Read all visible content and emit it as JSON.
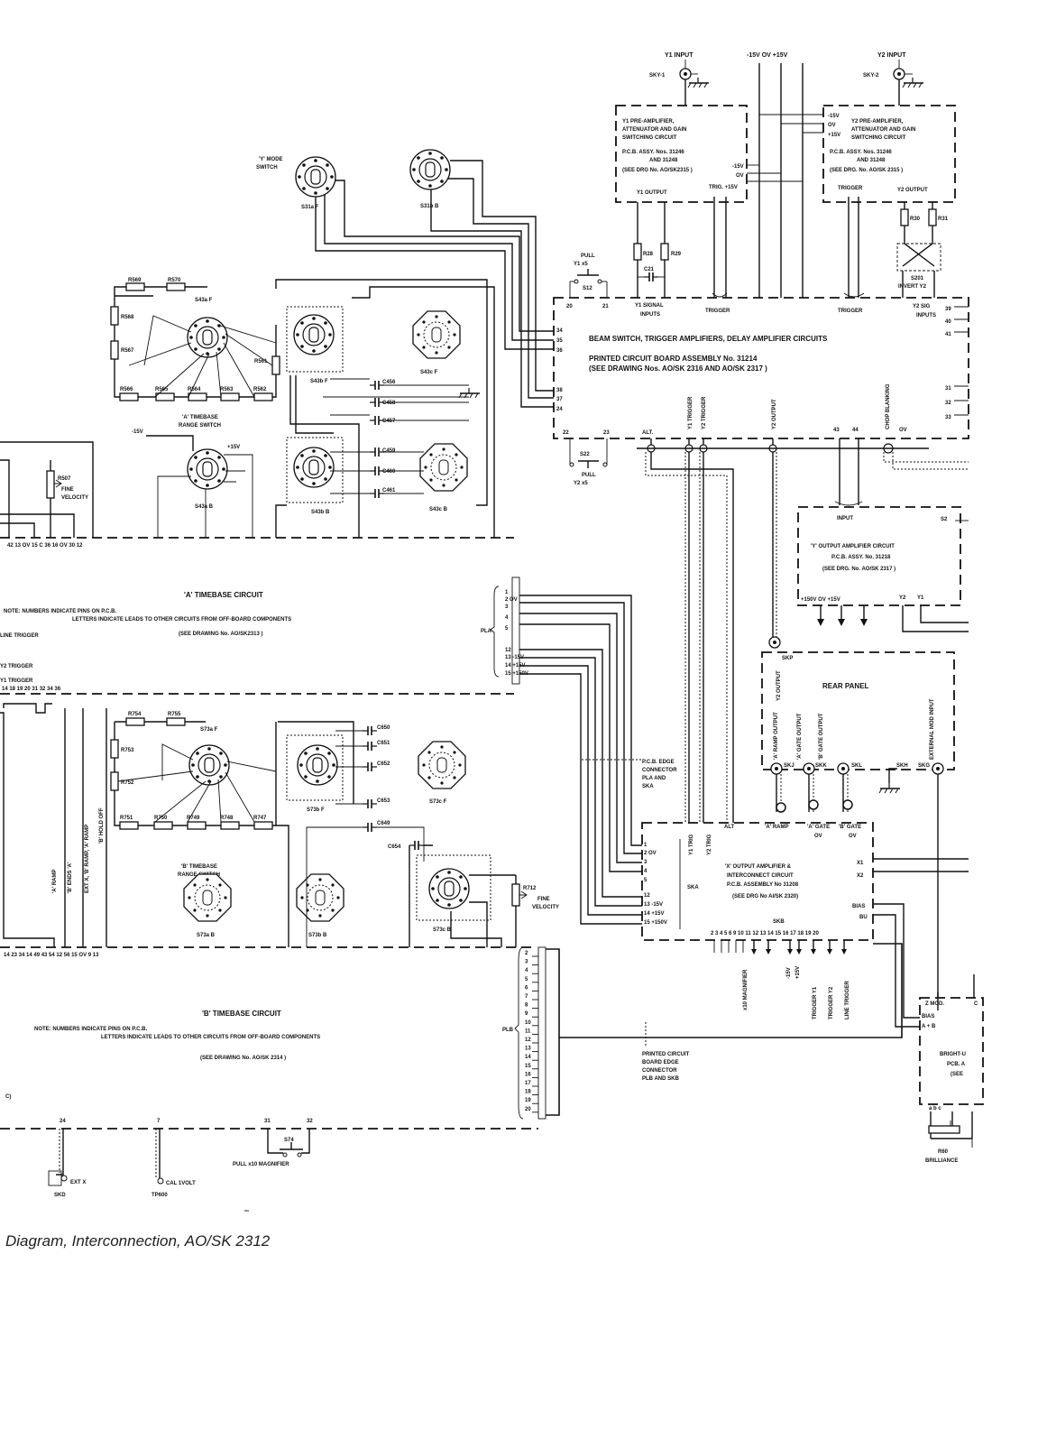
{
  "caption": "Diagram, Interconnection, AO/SK 2312",
  "top_inputs": {
    "y1_input": "Y1 INPUT",
    "sky1": "SKY-1",
    "rails": "-15V  OV  +15V",
    "y2_input": "Y2 INPUT",
    "sky2": "SKY-2"
  },
  "y1_preamp": {
    "l1": "Y1 PRE-AMPLIFIER,",
    "l2": "ATTENUATOR AND GAIN",
    "l3": "SWITCHING CIRCUIT",
    "l4": "P.C.B. ASSY. Nos. 31246",
    "l5": "AND 31248",
    "l6": "(SEE DRG No. AO/SK2315 )",
    "output": "Y1 OUTPUT",
    "trig": "TRIG. +15V",
    "m15": "-15V",
    "ov": "OV"
  },
  "y2_preamp": {
    "l1": "Y2 PRE-AMPLIFIER,",
    "l2": "ATTENUATOR AND GAIN",
    "l3": "SWITCHING CIRCUIT",
    "l4": "P.C.B. ASSY. Nos. 31246",
    "l5": "AND 31248",
    "l6": "(SEE DRG. No. AO/SK 2315 )",
    "trigger": "TRIGGER",
    "output": "Y2 OUTPUT",
    "m15": "-15V",
    "ov": "OV",
    "p15": "+15V"
  },
  "y_mode": {
    "label1": "'Y' MODE",
    "label2": "SWITCH",
    "s531af": "S31a F",
    "s531bb": "S31b B"
  },
  "invert": {
    "r30": "R30",
    "r31": "R31",
    "s201": "S201",
    "label": "INVERT Y2"
  },
  "beam_switch": {
    "l1": "BEAM SWITCH, TRIGGER AMPLIFIERS, DELAY AMPLIFIER CIRCUITS",
    "l2": "PRINTED CIRCUIT BOARD ASSEMBLY No. 31214",
    "l3": "(SEE DRAWING Nos. AO/SK 2316   AND AO/SK 2317 )",
    "pull": "PULL",
    "y1x5": "Y1  x5",
    "s12": "S12",
    "r28": "R28",
    "r29": "R29",
    "c21": "C21",
    "y1_signal": "Y1 SIGNAL",
    "inputs": "INPUTS",
    "trigger_a": "TRIGGER",
    "trigger_b": "TRIGGER",
    "y2_sig": "Y2 SIG",
    "inputs_b": "INPUTS",
    "p20": "20",
    "p21": "21",
    "p34": "34",
    "p35": "35",
    "p36": "36",
    "p38": "38",
    "p37": "37",
    "p24": "24",
    "p39": "39",
    "p40": "40",
    "p41": "41",
    "p31": "31",
    "p32": "32",
    "p33": "33",
    "p22": "22",
    "p23": "23",
    "alt": "ALT.",
    "p43": "43",
    "p44": "44",
    "ov": "OV",
    "y1_trigger": "Y1 TRIGGER",
    "y2_trigger": "Y2 TRIGGER",
    "y2_output": "Y2 OUTPUT",
    "chop": "CHOP BLANKING",
    "s22": "S22",
    "pull_y2": "PULL",
    "y2x5": "Y2  x5"
  },
  "a_timebase": {
    "r569": "R569",
    "r570": "R570",
    "r568": "R568",
    "r567": "R567",
    "r561": "R561",
    "r566": "R566",
    "r565": "R565",
    "r564": "R564",
    "r563": "R563",
    "r562": "R562",
    "s543af": "S43a F",
    "s543bf": "S43b F",
    "s543cf": "S43c F",
    "s543ab": "S43a B",
    "s543bb": "S43b B",
    "s543cb": "S43c B",
    "range1": "'A' TIMEBASE",
    "range2": "RANGE SWITCH",
    "c456": "C456",
    "c458": "C458",
    "c457": "C457",
    "c459": "C459",
    "c460": "C460",
    "c461": "C461",
    "m15": "-15V",
    "p15": "+15V",
    "r507": "R507",
    "fine": "FINE",
    "velocity": "VELOCITY",
    "pins": "42  13  OV        15        C              36              16                OV 30 12",
    "title": "'A' TIMEBASE CIRCUIT",
    "note1": "NOTE: NUMBERS INDICATE PINS ON P.C.B.",
    "note2": "LETTERS INDICATE LEADS TO OTHER CIRCUITS FROM OFF-BOARD COMPONENTS",
    "see": "(SEE DRAWING No. AO/SK2313 )"
  },
  "left_triggers": {
    "line": "LINE TRIGGER",
    "y2": "Y2 TRIGGER",
    "y1": "Y1 TRIGGER",
    "pins": "14 18  19  20  31  32  34  36"
  },
  "pla": {
    "label": "PLA",
    "rows": [
      "1",
      "2  OV",
      "3",
      "4",
      "5",
      "12",
      "13  -15V",
      "14  +15V",
      "15  +150V"
    ]
  },
  "b_timebase": {
    "r754": "R754",
    "r755": "R755",
    "r753": "R753",
    "r752": "R752",
    "r751": "R751",
    "r750": "R750",
    "r749": "R749",
    "r748": "R748",
    "r747": "R747",
    "s573af": "S73a F",
    "s573bf": "S73b F",
    "s573cf": "S73c F",
    "s573ab": "S73a B",
    "s573bb": "S73b B",
    "s573cb": "S73c B",
    "c650": "C650",
    "c651": "C651",
    "c652": "C652",
    "c653": "C653",
    "c649": "C649",
    "c654": "C654",
    "range1": "'B' TIMEBASE",
    "range2": "RANGE SWITCH",
    "r712": "R712",
    "fine": "FINE",
    "velocity": "VELOCITY",
    "v_a_ramp": "'A' RAMP",
    "v_b_ends": "'B' ENDS 'A'",
    "v_ext": "EXT X, 'B' RAMP, 'A' RAMP",
    "v_hold": "'B' HOLD OFF",
    "pins": "14   23  34    14  49  43  54              12  56                15                 OV   9   13",
    "title": "'B' TIMEBASE CIRCUIT",
    "note1": "NOTE: NUMBERS INDICATE PINS ON P.C.B.",
    "note2": "LETTERS INDICATE LEADS TO OTHER CIRCUITS FROM OFF-BOARD COMPONENTS",
    "see": "(SEE DRAWING No. AO/SK 2314 )"
  },
  "plb": {
    "label": "PLB",
    "rows": [
      "2",
      "3",
      "4",
      "5",
      "6",
      "7",
      "8",
      "9",
      "10",
      "11",
      "12",
      "13",
      "14",
      "15",
      "16",
      "17",
      "18",
      "19",
      "20"
    ]
  },
  "pcb_edge_a": {
    "l1": "P.C.B. EDGE",
    "l2": "CONNECTOR",
    "l3": "PLA AND",
    "l4": "SKA"
  },
  "pcb_edge_b": {
    "l1": "PRINTED CIRCUIT",
    "l2": "BOARD EDGE",
    "l3": "CONNECTOR",
    "l4": "PLB AND SKB"
  },
  "y_output_amp": {
    "input": "INPUT",
    "s2": "S2",
    "l1": "'Y' OUTPUT AMPLIFIER CIRCUIT",
    "l2": "P.C.B. ASSY. No. 31218",
    "l3": "(SEE DRG. No. AO/SK 2317 )",
    "bottom": "+150V  OV  +15V",
    "y2": "Y2",
    "y1": "Y1"
  },
  "rear_panel": {
    "title": "REAR PANEL",
    "skp": "SKP",
    "y2_output": "Y2 OUTPUT",
    "a_ramp": "'A' RAMP OUTPUT",
    "a_gate": "'A' GATE OUTPUT",
    "b_gate": "'B' GATE OUTPUT",
    "ext_mod": "EXTERNAL MOD INPUT",
    "skj": "SKJ",
    "skk": "SKK",
    "skl": "SKL",
    "skh": "SKH",
    "skg": "SKG"
  },
  "x_output_amp": {
    "l1": "'X' OUTPUT AMPLIFIER &",
    "l2": "INTERCONNECT CIRCUIT",
    "l3": "P.C.B. ASSEMBLY No 31208",
    "l4": "(SEE DRG No AI/SK 2320)",
    "y1_trig": "Y1 TRIG",
    "y2_trig": "Y2 TRIG",
    "alt": "ALT",
    "a_ramp": "'A' RAMP",
    "a_gate": "'A' GATE",
    "b_gate": "'B' GATE",
    "ov1": "OV",
    "ov2": "OV",
    "ska": "SKA",
    "skb": "SKB",
    "x1": "X1",
    "x2": "X2",
    "bias": "BIAS",
    "bu": "BU",
    "rows": [
      "1",
      "2  OV",
      "3",
      "4",
      "5",
      "12",
      "13  -15V",
      "14  +15V",
      "15  +150V"
    ],
    "skb_pins": "2  3  4  5  6  9  10  11  12  13  14  15  16  17  18  19  20",
    "x10": "x10 MAGNIFIER",
    "m15": "-15V",
    "p15": "+15V",
    "trigger_y1": "TRIGGER Y1",
    "trigger_y2": "TRIGGER Y2",
    "line_trigger": "LINE TRIGGER"
  },
  "bright_up": {
    "z_mod": "Z MOD.",
    "c": "C",
    "bias": "BIAS",
    "ab": "A + B",
    "l1": "BRIGHT-U",
    "l2": "PCB. A",
    "l3": "(SEE",
    "abc": "a  b  c",
    "r60": "R60",
    "brilliance": "BRILLIANCE"
  },
  "bottom_items": {
    "c_left": "C)",
    "p24": "24",
    "p7": "7",
    "p31": "31",
    "p32": "32",
    "ext_x": "EXT X",
    "skd": "SKD",
    "cal": "CAL 1VOLT",
    "tp600": "TP600",
    "s74": "S74",
    "pull_mag": "PULL x10 MAGNIFIER"
  }
}
